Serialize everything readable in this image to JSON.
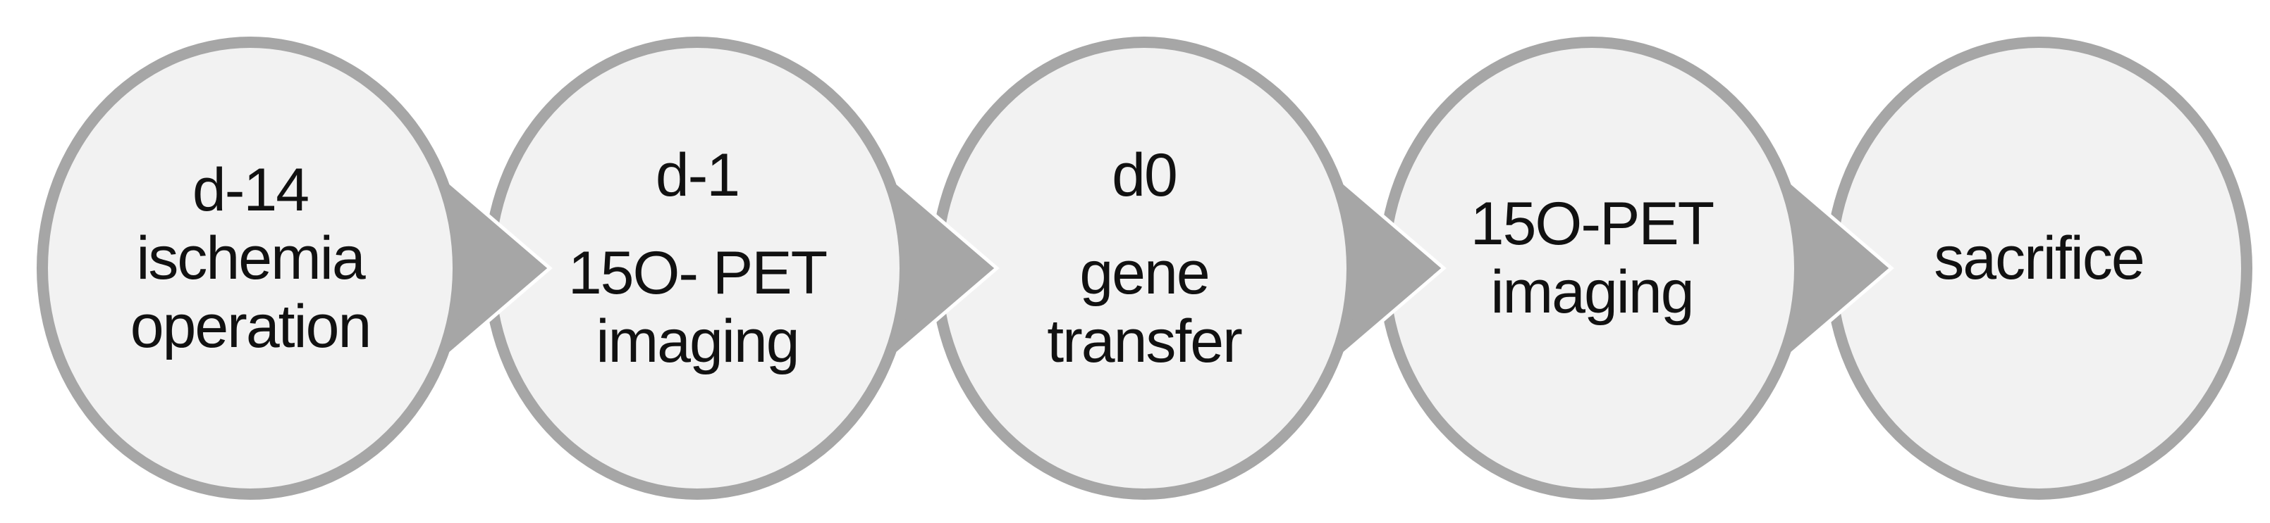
{
  "diagram": {
    "type": "process-flow-timeline",
    "background_color": "#ffffff",
    "circle_fill_color": "#f2f2f2",
    "circle_border_color": "#a6a6a6",
    "arrow_fill_color": "#a6a6a6",
    "arrow_outline_color": "#ffffff",
    "text_color": "#111111",
    "steps": [
      {
        "lines": [
          "d-14",
          "ischemia",
          "operation"
        ]
      },
      {
        "lines": [
          "d-1",
          "15O- PET",
          "imaging"
        ]
      },
      {
        "lines": [
          "d0",
          "gene",
          "transfer"
        ]
      },
      {
        "lines": [
          "15O-PET",
          "imaging"
        ]
      },
      {
        "lines": [
          "sacrifice"
        ]
      }
    ]
  }
}
